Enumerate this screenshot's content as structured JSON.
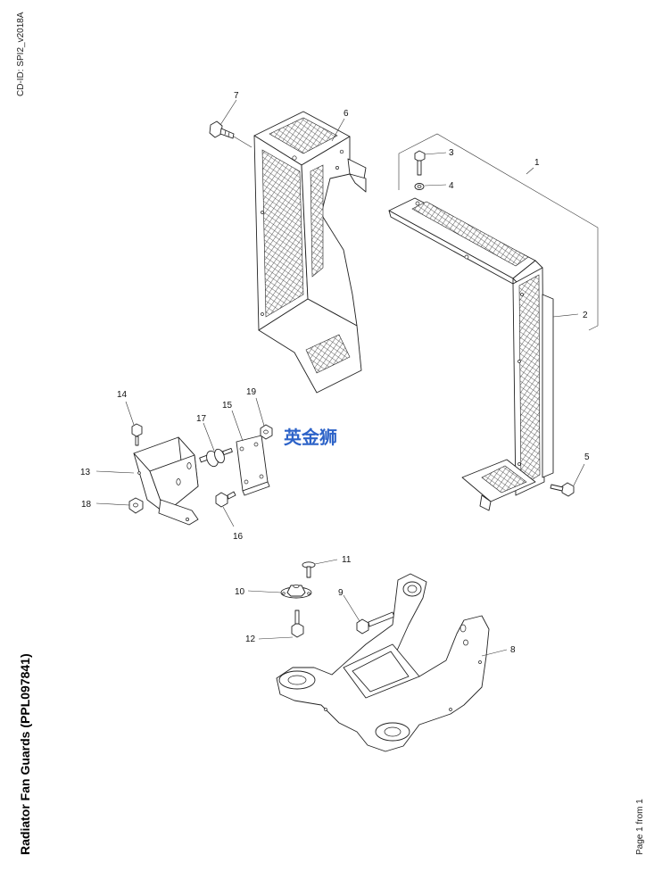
{
  "header": {
    "cd_id": "CD-ID: SPI2_v2018A"
  },
  "footer": {
    "title": "Radiator Fan Guards (PPL097841)",
    "page": "Page 1 from 1"
  },
  "watermark": {
    "text": "英金狮",
    "color": "#2d63c8"
  },
  "callouts": {
    "c1": "1",
    "c2": "2",
    "c3": "3",
    "c4": "4",
    "c5": "5",
    "c6": "6",
    "c7": "7",
    "c8": "8",
    "c9": "9",
    "c10": "10",
    "c11": "11",
    "c12": "12",
    "c13": "13",
    "c14": "14",
    "c15": "15",
    "c16": "16",
    "c17": "17",
    "c18": "18",
    "c19": "19"
  }
}
